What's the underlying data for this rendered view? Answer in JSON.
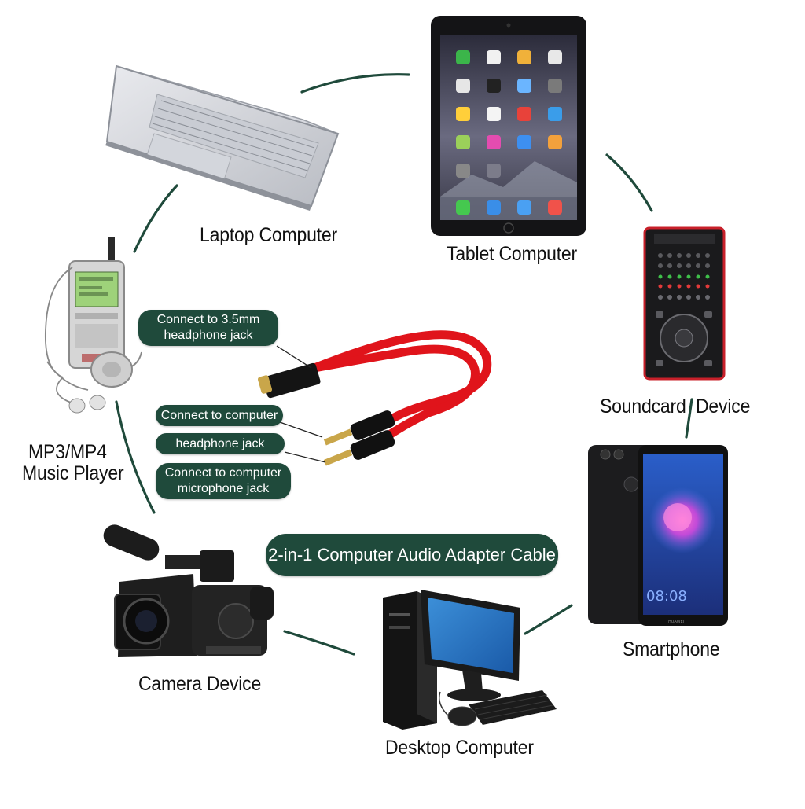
{
  "devices": {
    "laptop": "Laptop Computer",
    "tablet": "Tablet Computer",
    "soundcard": "Soundcard  Device",
    "smartphone": "Smartphone",
    "desktop": "Desktop Computer",
    "camera": "Camera Device",
    "mp3_line1": "MP3/MP4",
    "mp3_line2": "Music Player"
  },
  "callouts": {
    "jack_35_line1": "Connect to 3.5mm",
    "jack_35_line2": "headphone jack",
    "computer": "Connect to computer",
    "headphone": "headphone jack",
    "mic_line1": "Connect to computer",
    "mic_line2": "microphone jack"
  },
  "title": "2-in-1 Computer Audio Adapter Cable",
  "screens": {
    "phone_time": "08:08",
    "phone_brand": "HUAWEI"
  },
  "colors": {
    "pill": "#1f4a3b",
    "connector_lines": "#1f4a3b",
    "cable": "#e0141b",
    "plug_gold": "#c9a64a"
  },
  "icons": [
    "laptop-icon",
    "tablet-icon",
    "soundcard-icon",
    "smartphone-icon",
    "desktop-computer-icon",
    "camera-icon",
    "mp3-player-icon",
    "audio-splitter-cable-icon"
  ]
}
